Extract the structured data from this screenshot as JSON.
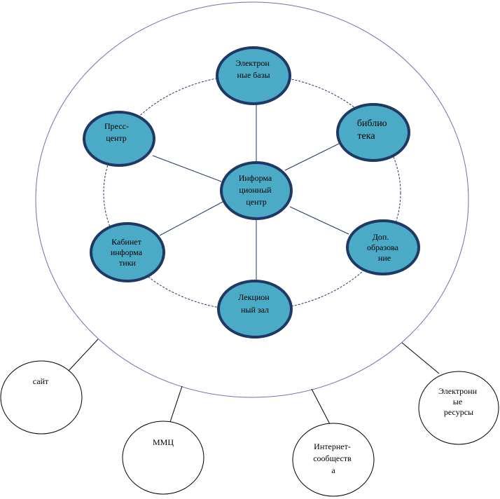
{
  "colors": {
    "node_fill": "#4BAAC6",
    "node_border": "#1F3864",
    "outer_ring": "#7B68B0",
    "dashed_ring": "#1F3864",
    "spoke": "#1F3864",
    "leaf_border": "#000000",
    "leaf_fill": "#FFFFFF"
  },
  "center_node": {
    "lines": [
      "Информа",
      "ционный",
      "центр"
    ]
  },
  "inner_nodes": [
    {
      "key": "electronic-databases",
      "lines": [
        "Электрон",
        "ные базы"
      ]
    },
    {
      "key": "library",
      "lines": [
        "библио",
        "тека"
      ]
    },
    {
      "key": "additional-education",
      "lines": [
        "Доп.",
        "образова",
        "ние"
      ]
    },
    {
      "key": "lecture-hall",
      "lines": [
        "Лекцион",
        "ный зал"
      ]
    },
    {
      "key": "informatics-room",
      "lines": [
        "Кабинет",
        "информа",
        "тики"
      ]
    },
    {
      "key": "press-center",
      "lines": [
        "Пресс-",
        "центр"
      ]
    }
  ],
  "outer_nodes": [
    {
      "key": "site",
      "lines": [
        "сайт"
      ]
    },
    {
      "key": "mmc",
      "lines": [
        "ММЦ"
      ]
    },
    {
      "key": "internet-communities",
      "lines": [
        "Интернет-",
        "сообществ",
        "а"
      ]
    },
    {
      "key": "electronic-resources",
      "lines": [
        "Электронн",
        "ые",
        "ресурсы"
      ]
    }
  ]
}
